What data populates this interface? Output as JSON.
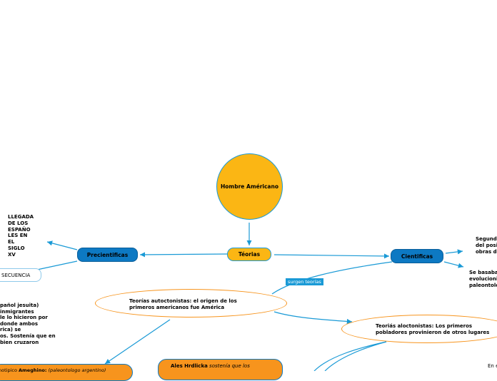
{
  "central": {
    "title": "Hombre Américano"
  },
  "nodes": {
    "teorias": "Téorias",
    "precientificas": "Precientificas",
    "cientificas": "Cientificas",
    "autoctonistas": "Teorías autoctonistas: el origen de los primeros americanos fue América",
    "aloctonistas": "Teoriás aloctonistas: Los primeros pobladores provinieron de otros lugares",
    "ales_name": "Ales Hrdlicka",
    "ales_rest": " sostenía que los",
    "ameghino": "Ameghino:",
    "ameghino_prefix": "enotipico ",
    "ameghino_rest": "(paleontologo argentino)"
  },
  "link_labels": {
    "surgen": "surgen teorías"
  },
  "texts": {
    "llegada": [
      "LLEGADA",
      "DE LOS",
      "ESPAÑO",
      "LES EN",
      "EL",
      "SIGLO",
      "XV"
    ],
    "secuencia": "SECUENCIA",
    "jesuita": [
      "pañol jesuita)",
      "inmigrantes",
      "le lo hicieron por",
      "donde ambos",
      "rica) se",
      "os. Sostenía que en",
      "bien cruzaron"
    ],
    "segundo": [
      "Segund",
      "del posi",
      "obras de"
    ],
    "sebasaba": [
      "Se basaba",
      "evolucioni",
      "paleontolo"
    ],
    "en": "En e"
  },
  "colors": {
    "central_fill": "#fbb614",
    "teorias_fill": "#fbb614",
    "blue_node": "#0d79c3",
    "orange_node": "#f7941d",
    "line": "#1a9ad6"
  }
}
